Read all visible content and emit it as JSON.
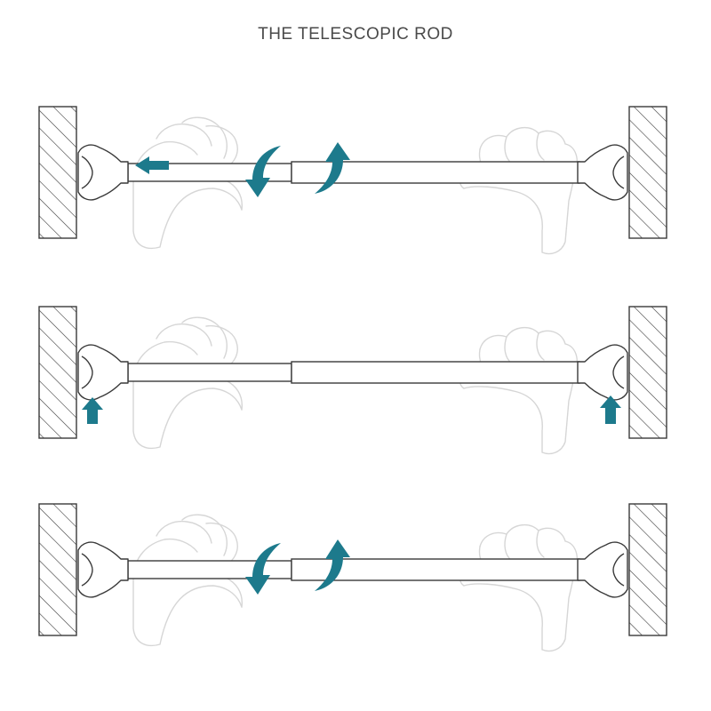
{
  "title": "THE TELESCOPIC ROD",
  "colors": {
    "accent": "#1d7a8c",
    "outline": "#3a3a3a",
    "hand": "#d9d9d9",
    "background": "#ffffff"
  },
  "steps": [
    {
      "id": "step-1",
      "arrows": [
        "arrow-left",
        "rotate-down",
        "rotate-up"
      ]
    },
    {
      "id": "step-2",
      "arrows": [
        "arrow-up",
        "arrow-up"
      ]
    },
    {
      "id": "step-3",
      "arrows": [
        "rotate-down",
        "rotate-up"
      ]
    }
  ]
}
